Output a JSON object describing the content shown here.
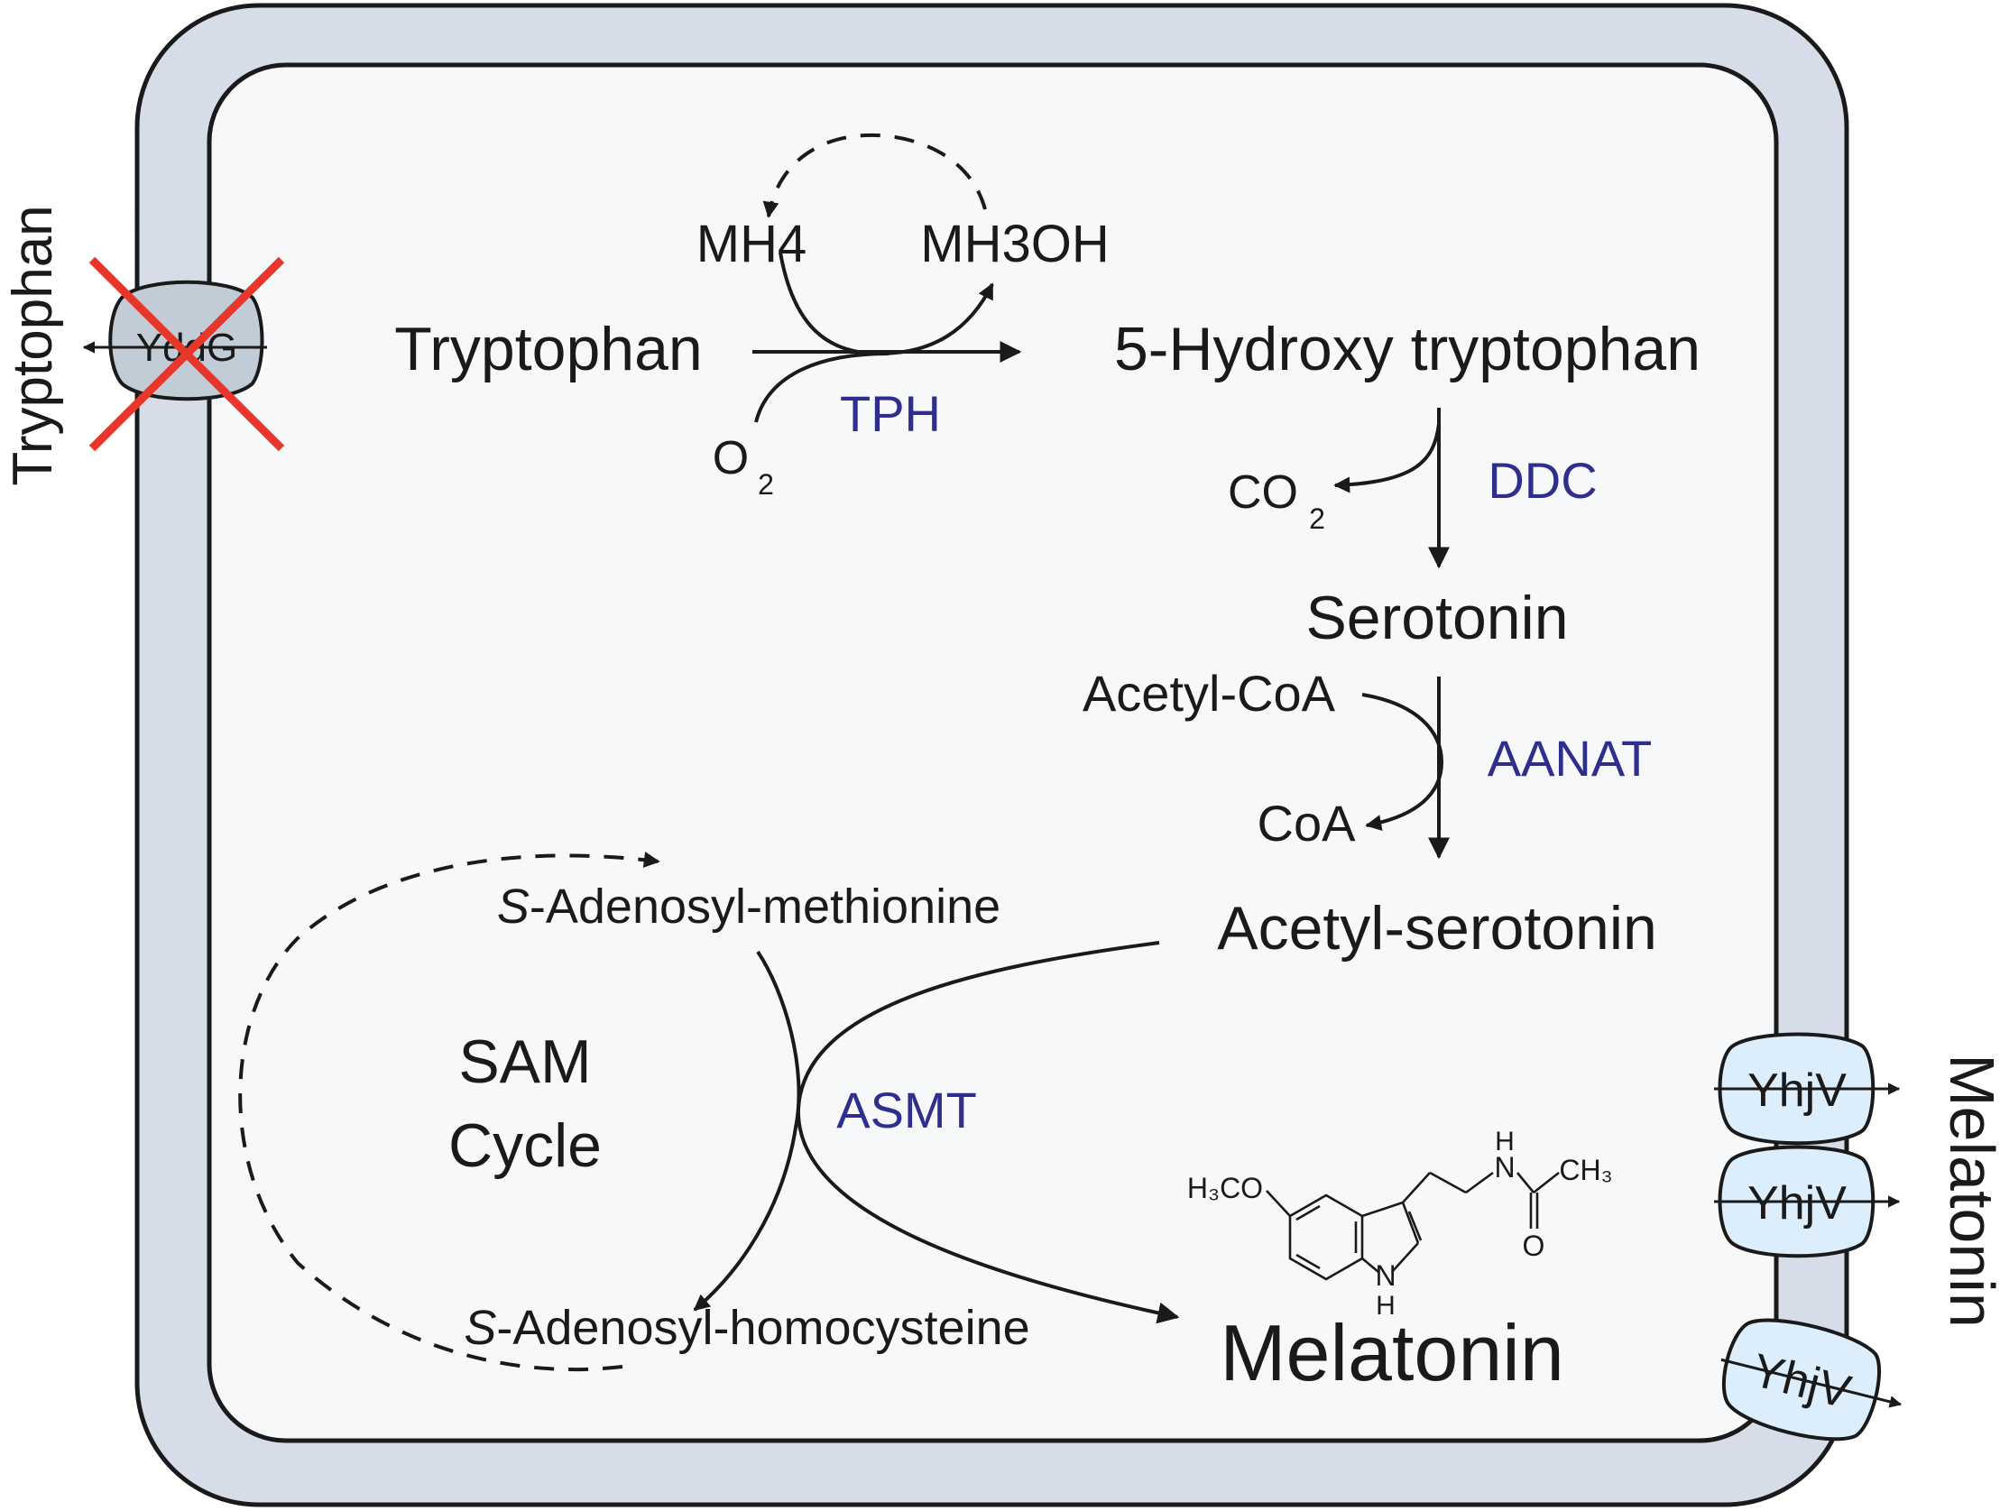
{
  "transporters": {
    "exporter_knocked_out": "YddG",
    "exporter_melatonin": "YhjV"
  },
  "external": {
    "left_label": "Tryptophan",
    "right_label": "Melatonin"
  },
  "cofactors": {
    "mh4": "MH4",
    "mh3oh": "MH3OH",
    "o2_main": "O",
    "o2_sub": "2",
    "co2_main": "CO",
    "co2_sub": "2",
    "acetyl_coa": "Acetyl-CoA",
    "coa": "CoA"
  },
  "metabolites": {
    "tryptophan": "Tryptophan",
    "hydroxy_tryptophan": "5-Hydroxy tryptophan",
    "serotonin": "Serotonin",
    "acetyl_serotonin": "Acetyl-serotonin",
    "melatonin": "Melatonin"
  },
  "enzymes": {
    "tph": "TPH",
    "ddc": "DDC",
    "aanat": "AANAT",
    "asmt": "ASMT"
  },
  "sam_cycle": {
    "sam_prefix": "S",
    "sam_rest": "-Adenosyl-methionine",
    "sah_prefix": "S",
    "sah_rest": "-Adenosyl-homocysteine",
    "title_line1": "SAM",
    "title_line2": "Cycle"
  },
  "structure_labels": {
    "methoxy": "H₃CO",
    "nh_top": "H",
    "n_amide": "N",
    "ch3": "CH₃",
    "o": "O",
    "n_ring": "N",
    "nh_ring": "H"
  },
  "colors": {
    "membrane": "#d6dde8",
    "cytoplasm": "#f7f8fa",
    "outline": "#1a1a1a",
    "enzyme_text": "#2e2e8f",
    "knockout_cross": "#e8372a",
    "yddg_fill": "#c2ccd6",
    "yhjv_fill": "#dceefb"
  }
}
